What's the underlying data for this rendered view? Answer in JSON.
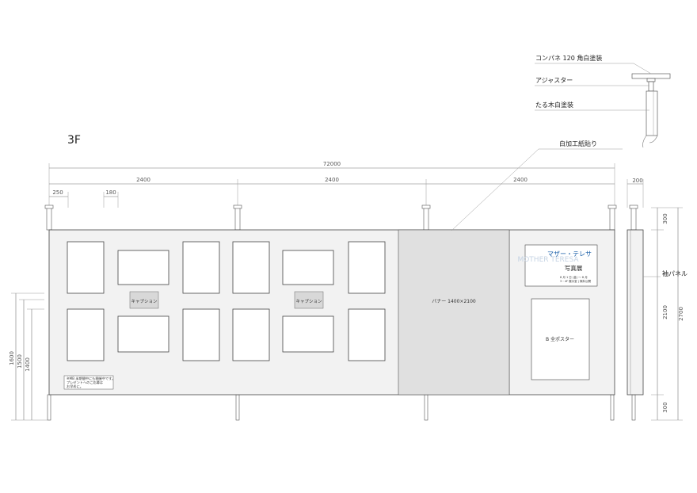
{
  "floor_label": "3F",
  "callouts": {
    "composite_panel": "コンパネ 120 角白塗装",
    "adjuster": "アジャスター",
    "barrel": "たる木白塗装",
    "paper": "白加工紙貼り",
    "sleeve_panel": "袖パネル"
  },
  "dimensions": {
    "total": "72000",
    "span1": "2400",
    "span2": "2400",
    "span3": "2400",
    "left_margin": "250",
    "gap": "180",
    "side_width": "200",
    "h_top": "300",
    "h_mid": "2100",
    "h_bottom": "300",
    "h_total": "2700",
    "h_left_1600": "1600",
    "h_left_1500": "1500",
    "h_left_1400": "1400"
  },
  "labels": {
    "caption1": "キャプション",
    "caption2": "キャプション",
    "banner": "バナー 1400×2100",
    "poster": "B 全ポスター"
  },
  "sign": {
    "title_jp": "マザー・テレサ",
    "title_en": "MOTHER TERESA",
    "subtitle": "写真展",
    "info1": "8 月 1 日 (金) 〜 8 月",
    "info2": "3・4F 展示室 | 無料公開"
  },
  "notice": {
    "line1": "※MB 半期間中にも開催中です。",
    "line2": "プレゼントへのご応募は",
    "line3": "お早めに。"
  }
}
